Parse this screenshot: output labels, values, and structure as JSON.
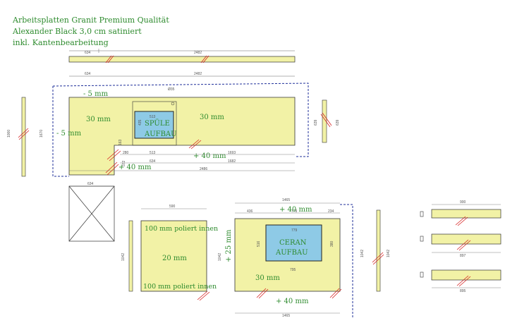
{
  "header": {
    "line1": "Arbeitsplatten Granit Premium Qualität",
    "line2": "Alexander Black 3,0 cm satiniert",
    "line3": "inkl. Kantenbearbeitung"
  },
  "colors": {
    "slab": "#f2f2a6",
    "sink": "#8ecae6",
    "green_text": "#2e8b2e",
    "red_mark": "#d62020",
    "dashed": "#1f2f9a"
  },
  "top": {
    "strip_dims": [
      "634",
      "2482"
    ],
    "upper_dims": [
      "634",
      "2482"
    ],
    "edge_left": "- 5 mm",
    "edge_side": "- 5 mm",
    "thickness_left": "30 mm",
    "thickness_right": "30 mm",
    "sink_label_1": "SPÜLE",
    "sink_label_2": "AUFBAU",
    "sink_width": "513",
    "sink_depth": "435",
    "hole": "Ø35",
    "edge_front": "+ 40 mm",
    "edge_front_left": "+ 40 mm",
    "lower_dims": [
      "280",
      "513",
      "1693",
      "634",
      "1682",
      "2486",
      "634",
      "372",
      "163"
    ],
    "side_dims_left": [
      "1000",
      "1670"
    ],
    "side_dims_right": [
      "639",
      "639"
    ]
  },
  "left_panel": {
    "width": "590",
    "height": "1042",
    "label_top": "100 mm poliert innen",
    "thickness": "20 mm",
    "label_bottom": "100  mm poliert innen"
  },
  "mid_panel": {
    "width": "1465",
    "dims_top": [
      "436",
      "779",
      "234"
    ],
    "edge_top": "+ 40 mm",
    "edge_left": "+ 25 mm",
    "cooktop_label_1": "CERAN",
    "cooktop_label_2": "AUFBAU",
    "cooktop_inner": "795",
    "cooktop_depth": "516",
    "cooktop_side": "380",
    "thickness": "30 mm",
    "edge_bottom": "+ 40 mm",
    "bottom_width": "1465",
    "height": "1042",
    "side_dims": [
      "1042",
      "1042"
    ]
  },
  "strips": [
    {
      "top_dim": "900",
      "bottom_dim": ""
    },
    {
      "top_dim": "",
      "bottom_dim": "897"
    },
    {
      "top_dim": "",
      "bottom_dim": "895"
    }
  ]
}
